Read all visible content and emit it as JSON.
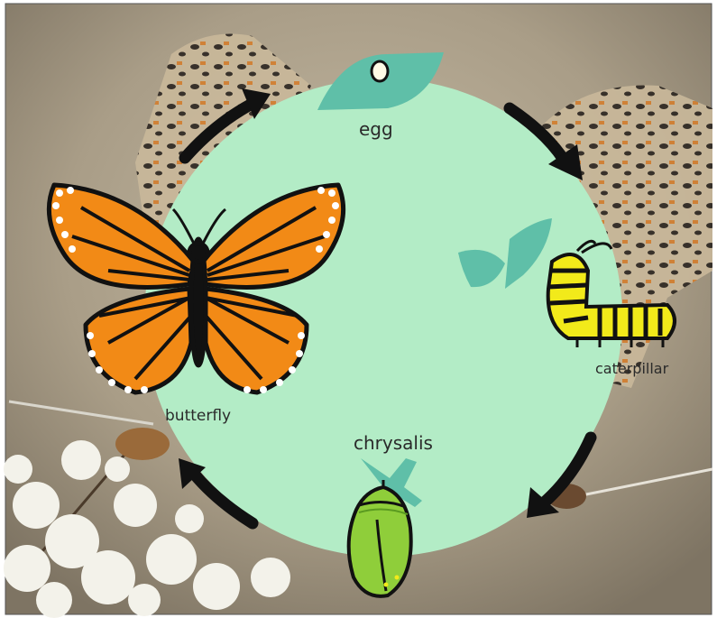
{
  "diagram": {
    "stages": {
      "egg": "egg",
      "caterpillar": "caterpillar",
      "chrysalis": "chrysalis",
      "butterfly": "butterfly"
    },
    "colors": {
      "circle": "#b3ecc6",
      "leaf": "#5fbfa8",
      "arrow": "#111111",
      "wing_orange": "#f28a16",
      "caterpillar_yellow": "#f2ea1a",
      "chrysalis_green": "#8fce3a",
      "flowers": "#f3f2ea"
    }
  }
}
